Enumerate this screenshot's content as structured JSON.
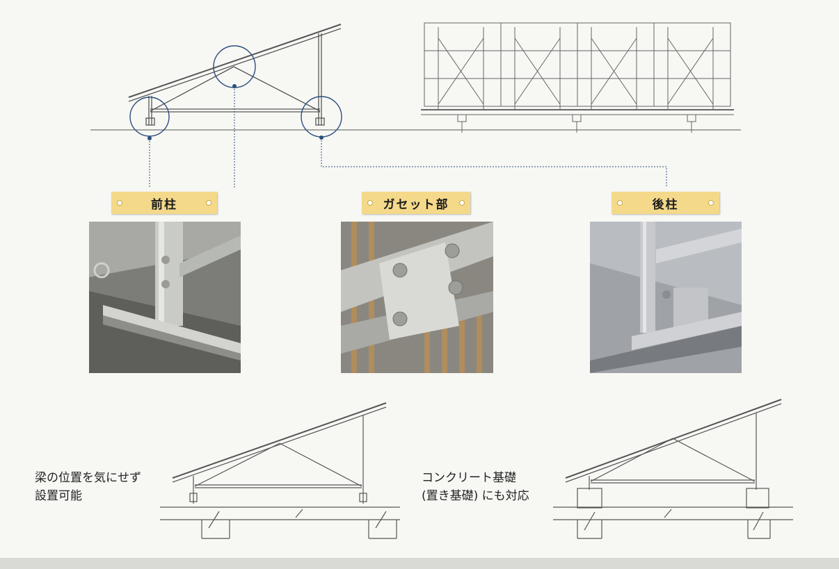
{
  "labels": {
    "front_post": "前柱",
    "gusset": "ガセット部",
    "rear_post": "後柱"
  },
  "captions": {
    "left": [
      "梁の位置を気にせず",
      "設置可能"
    ],
    "right": [
      "コンクリート基礎",
      "(置き基礎) にも対応"
    ]
  },
  "colors": {
    "badge": "#f4d98a",
    "callout_line": "#2b4f7e",
    "drawing_line": "#555555"
  }
}
